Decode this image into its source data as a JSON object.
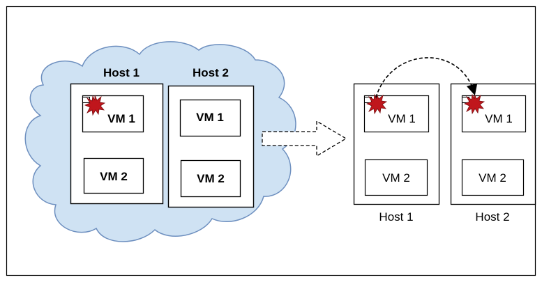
{
  "left_cluster": {
    "hosts": [
      {
        "label": "Host 1",
        "vms": [
          {
            "label": "VM 1",
            "infected": true
          },
          {
            "label": "VM 2",
            "infected": false
          }
        ]
      },
      {
        "label": "Host 2",
        "vms": [
          {
            "label": "VM 1",
            "infected": false
          },
          {
            "label": "VM 2",
            "infected": false
          }
        ]
      }
    ],
    "cloud_fill": "#cfe2f3",
    "cloud_stroke": "#6d8fbf"
  },
  "right_cluster": {
    "hosts": [
      {
        "label": "Host 1",
        "vms": [
          {
            "label": "VM 1",
            "infected": true
          },
          {
            "label": "VM 2",
            "infected": false
          }
        ]
      },
      {
        "label": "Host 2",
        "vms": [
          {
            "label": "VM 1",
            "infected": true
          },
          {
            "label": "VM 2",
            "infected": false
          }
        ]
      }
    ]
  },
  "colors": {
    "malware": "#c0161c",
    "stroke": "#000000"
  },
  "icons": {
    "malware": "malware-burst-icon",
    "arrow": "block-arrow-right"
  }
}
